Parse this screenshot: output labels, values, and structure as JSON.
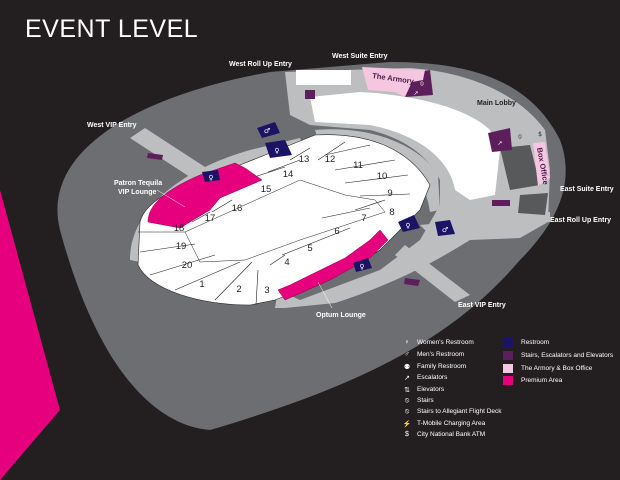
{
  "title": "EVENT LEVEL",
  "colors": {
    "background": "#231f20",
    "outer_concourse": "#6d6e71",
    "concourse": "#bcbec0",
    "seating": "#ffffff",
    "premium": "#e6007e",
    "restroom": "#1b1464",
    "stairs_escalators_elevators": "#5c1f5c",
    "armory_box_office": "#f5c6df",
    "service_dark": "#58595b"
  },
  "entries": {
    "west_roll_up": "West Roll Up Entry",
    "west_suite": "West Suite Entry",
    "west_vip": "West VIP Entry",
    "east_suite": "East Suite Entry",
    "east_roll_up": "East Roll Up Entry",
    "east_vip": "East VIP Entry"
  },
  "areas": {
    "armory": "The Armory",
    "main_lobby": "Main Lobby",
    "box_office": "Box Office",
    "patron_lounge_line1": "Patron Tequila",
    "patron_lounge_line2": "VIP Lounge",
    "optum_lounge": "Optum Lounge"
  },
  "sections": [
    "1",
    "2",
    "3",
    "4",
    "5",
    "6",
    "7",
    "8",
    "9",
    "10",
    "11",
    "12",
    "13",
    "14",
    "15",
    "16",
    "17",
    "18",
    "19",
    "20"
  ],
  "legend": {
    "icons": [
      {
        "icon": "womens-restroom-icon",
        "glyph": "♀",
        "label": "Women's Restroom"
      },
      {
        "icon": "mens-restroom-icon",
        "glyph": "♂",
        "label": "Men's Restroom"
      },
      {
        "icon": "family-restroom-icon",
        "glyph": "⚉",
        "label": "Family Restroom"
      },
      {
        "icon": "escalator-icon",
        "glyph": "↗",
        "label": "Escalators"
      },
      {
        "icon": "elevator-icon",
        "glyph": "⇅",
        "label": "Elevators"
      },
      {
        "icon": "stairs-icon",
        "glyph": "⦸",
        "label": "Stairs"
      },
      {
        "icon": "stairs-allegiant-icon",
        "glyph": "⦸",
        "label": "Stairs to Allegiant Flight Deck"
      },
      {
        "icon": "charging-icon",
        "glyph": "⚡",
        "label": "T-Mobile Charging Area"
      },
      {
        "icon": "atm-icon",
        "glyph": "$",
        "label": "City National Bank ATM"
      }
    ],
    "swatches": [
      {
        "color": "#1b1464",
        "label": "Restroom"
      },
      {
        "color": "#5c1f5c",
        "label": "Stairs, Escalators and Elevators"
      },
      {
        "color": "#f5c6df",
        "label": "The Armory & Box Office"
      },
      {
        "color": "#e6007e",
        "label": "Premium Area"
      }
    ]
  }
}
